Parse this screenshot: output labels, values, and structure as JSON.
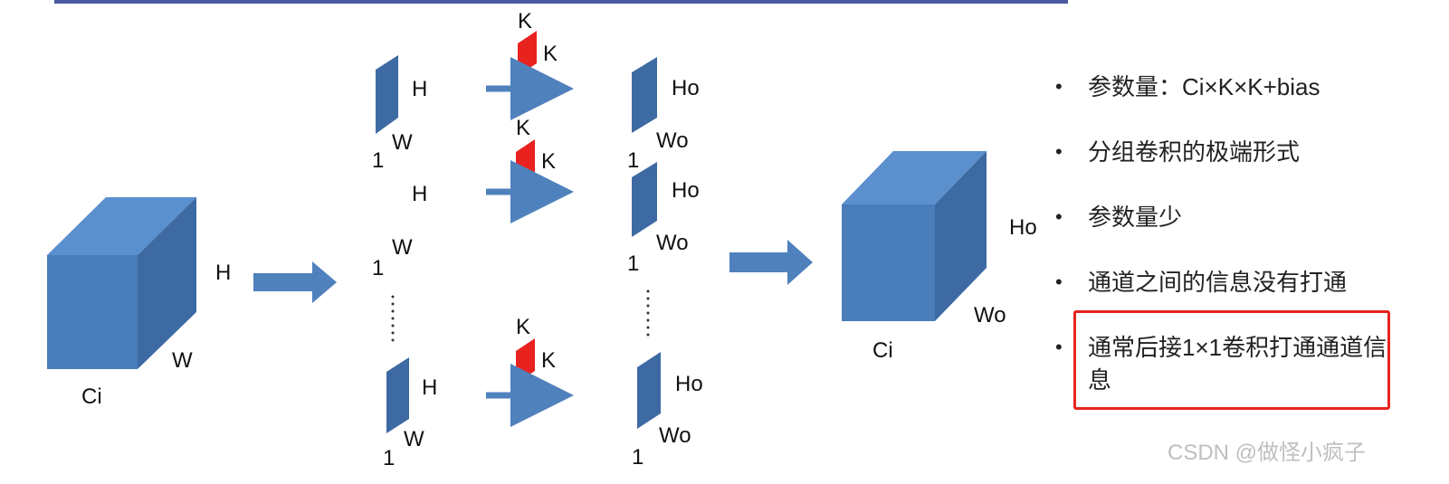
{
  "colors": {
    "box_front": "#4a7ebb",
    "box_top": "#5b8fcd",
    "box_side": "#3d6aa3",
    "plane": "#3e6aa3",
    "kernel": "#e8231f",
    "arrow": "#4f81bd",
    "highlight": "#e8231f"
  },
  "input_cube": {
    "h": "H",
    "w": "W",
    "c": "Ci"
  },
  "rows": [
    {
      "h": "H",
      "w": "W",
      "one": "1",
      "k1": "K",
      "k2": "K",
      "ho": "Ho",
      "wo": "Wo",
      "one_out": "1"
    },
    {
      "h": "H",
      "w": "W",
      "one": "1",
      "k1": "K",
      "k2": "K",
      "ho": "Ho",
      "wo": "Wo",
      "one_out": "1"
    },
    {
      "h": "H",
      "w": "W",
      "one": "1",
      "k1": "K",
      "k2": "K",
      "ho": "Ho",
      "wo": "Wo",
      "one_out": "1"
    }
  ],
  "output_cube": {
    "h": "Ho",
    "w": "Wo",
    "c": "Ci"
  },
  "bullets": [
    "参数量：Ci×K×K+bias",
    "分组卷积的极端形式",
    "参数量少",
    "通道之间的信息没有打通",
    "通常后接1×1卷积打通通道信息"
  ],
  "bullet_marker": "•",
  "watermark": "CSDN @做怪小疯子"
}
